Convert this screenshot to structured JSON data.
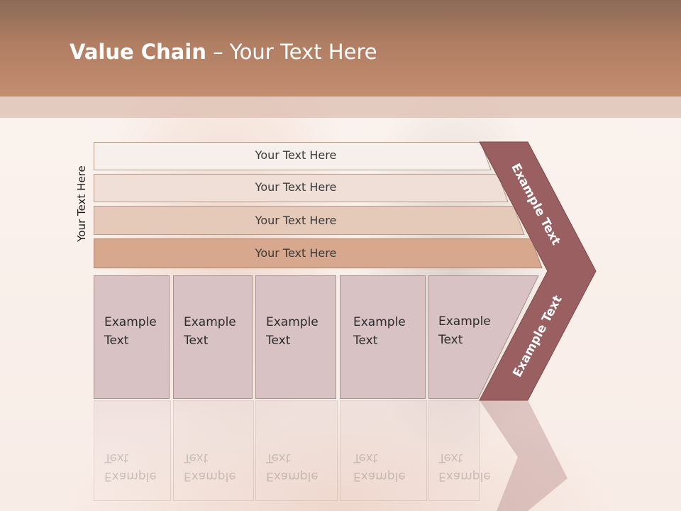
{
  "title": {
    "bold": "Value Chain",
    "rest": " – Your Text Here"
  },
  "side_label": "Your Text Here",
  "bars": [
    {
      "label": "Your Text Here",
      "color": "#f6efeb"
    },
    {
      "label": "Your Text Here",
      "color": "#efdfd6"
    },
    {
      "label": "Your Text Here",
      "color": "#e6cab9"
    },
    {
      "label": "Your Text Here",
      "color": "#d8a88e"
    }
  ],
  "boxes": [
    {
      "line1": "Example",
      "line2": "Text"
    },
    {
      "line1": "Example",
      "line2": "Text"
    },
    {
      "line1": "Example",
      "line2": "Text"
    },
    {
      "line1": "Example",
      "line2": "Text"
    },
    {
      "line1": "Example",
      "line2": "Text"
    }
  ],
  "chevron": {
    "upper_label": "Example Text",
    "lower_label": "Example Text",
    "color": "#9a5f60"
  },
  "colors": {
    "header_top": "#8a6a56",
    "header_bottom": "#c38d70",
    "box_fill": "#d8c2c3"
  }
}
